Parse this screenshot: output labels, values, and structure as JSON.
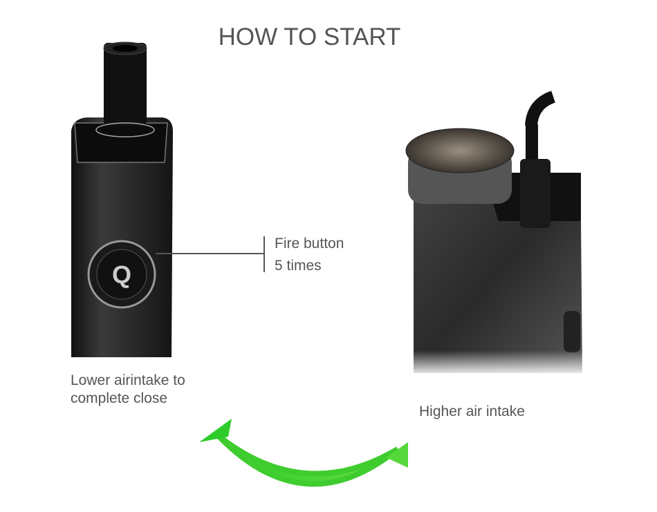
{
  "title": "HOW TO START",
  "callout": {
    "line1": "Fire button",
    "line2": "5 times"
  },
  "left_caption": {
    "line1": "Lower airintake to",
    "line2": "complete close"
  },
  "right_caption": "Higher air intake",
  "button_letter": "Q",
  "colors": {
    "text": "#555555",
    "arrow": "#3fcc2e",
    "device": "#2a2a2a"
  }
}
